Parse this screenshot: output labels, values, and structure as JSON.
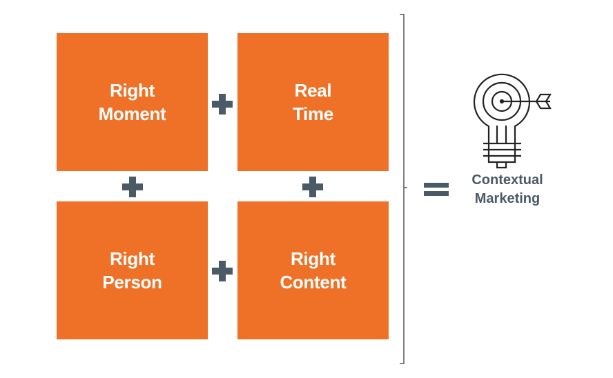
{
  "boxes": [
    {
      "id": "right-moment",
      "label": "Right\nMoment"
    },
    {
      "id": "real-time",
      "label": "Real\nTime"
    },
    {
      "id": "right-person",
      "label": "Right\nPerson"
    },
    {
      "id": "right-content",
      "label": "Right\nContent"
    }
  ],
  "operators": {
    "plus_symbol": "+",
    "equals_symbol": "="
  },
  "result": {
    "label": "Contextual\nMarketing",
    "icon": "lightbulb-target-arrow-icon"
  },
  "colors": {
    "box": "#EE7127",
    "accent": "#4A5A66",
    "box_text": "#FFFFFF"
  }
}
